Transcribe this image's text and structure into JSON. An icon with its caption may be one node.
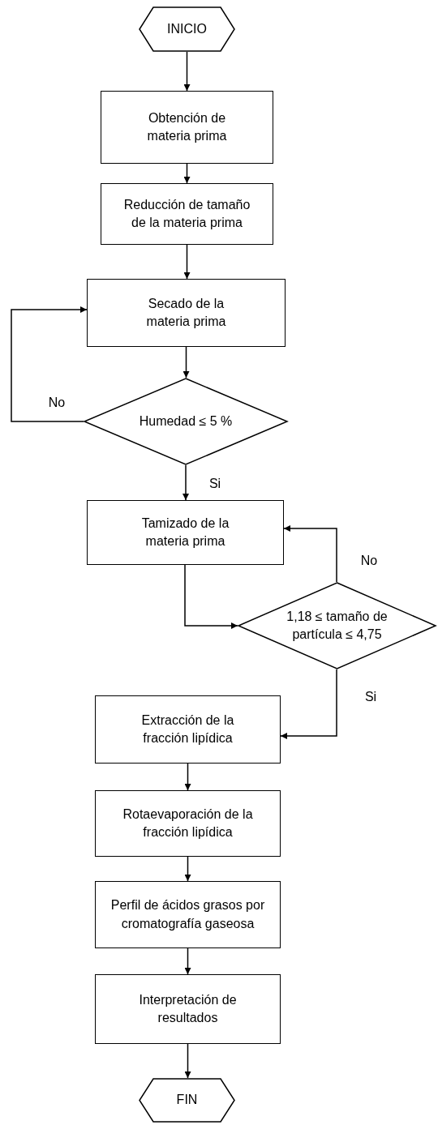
{
  "diagram": {
    "nodes": [
      {
        "text": [
          "INICIO"
        ]
      },
      {
        "text": [
          "Obtención de materia prima"
        ]
      },
      {
        "text": [
          "Reducción de tamaño de la materia prima"
        ]
      },
      {
        "text": [
          "Secado de la materia prima"
        ]
      },
      {
        "text": [
          "Humedad ≤ 5 %"
        ]
      },
      {
        "text": [
          "Tamizado de la materia prima"
        ]
      },
      {
        "text": [
          "1,18 ≤ tamaño de partícula ≤ 4,75"
        ]
      },
      {
        "text": [
          "Extracción de la fracción lipídica"
        ]
      },
      {
        "text": [
          "Rotaevaporación de la fracción lipídica"
        ]
      },
      {
        "text": [
          "Perfil de ácidos grasos por cromatografía gaseosa"
        ]
      },
      {
        "text": [
          "Interpretación de resultados"
        ]
      },
      {
        "text": [
          "FIN"
        ]
      }
    ],
    "edges": [
      {
        "from": 0,
        "to": 1,
        "arrow": "to"
      },
      {
        "from": 1,
        "to": 2,
        "arrow": "to"
      },
      {
        "from": 2,
        "to": 3,
        "arrow": "to"
      },
      {
        "from": 3,
        "to": 4,
        "arrow": "to"
      },
      {
        "from": 4,
        "to": 3,
        "arrow": "to",
        "label": "No"
      },
      {
        "from": 4,
        "to": 5,
        "arrow": "to",
        "label": "Si"
      },
      {
        "from": 5,
        "to": 6,
        "arrow": "to"
      },
      {
        "from": 6,
        "to": 5,
        "arrow": "to",
        "label": "No"
      },
      {
        "from": 6,
        "to": 7,
        "arrow": "to",
        "label": "Si"
      },
      {
        "from": 7,
        "to": 8,
        "arrow": "to"
      },
      {
        "from": 8,
        "to": 9,
        "arrow": "to"
      },
      {
        "from": 9,
        "to": 10,
        "arrow": "to"
      },
      {
        "from": 10,
        "to": 11,
        "arrow": "to"
      }
    ]
  }
}
